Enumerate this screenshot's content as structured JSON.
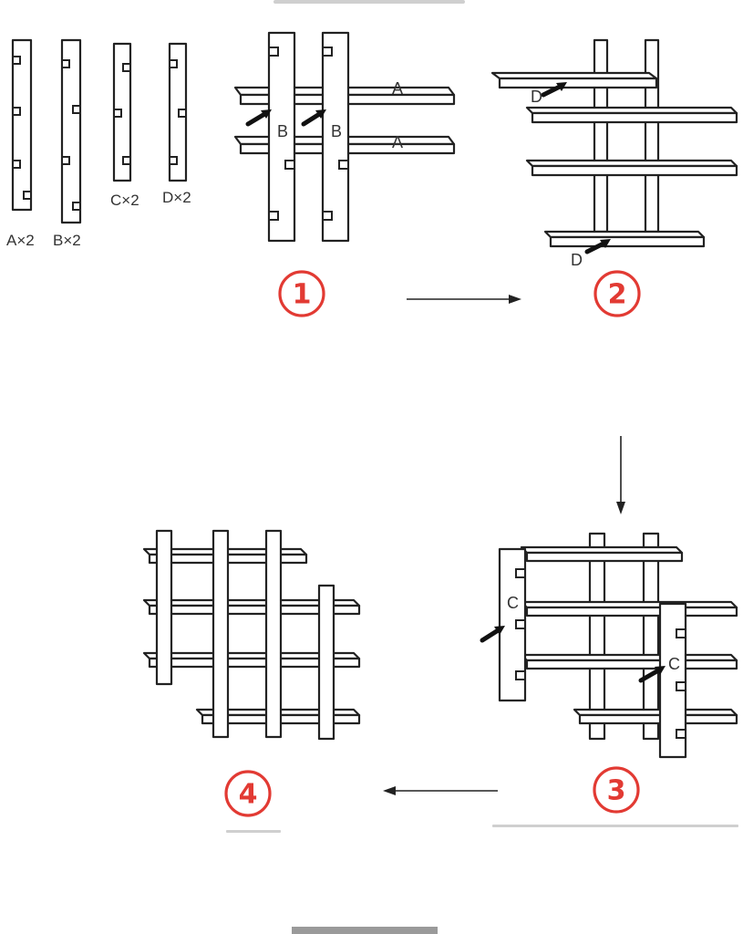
{
  "parts": [
    {
      "id": "A",
      "label": "A×2"
    },
    {
      "id": "B",
      "label": "B×2"
    },
    {
      "id": "C",
      "label": "C×2"
    },
    {
      "id": "D",
      "label": "D×2"
    }
  ],
  "steps": [
    {
      "number": "1",
      "glyph": "①"
    },
    {
      "number": "2",
      "glyph": "②"
    },
    {
      "number": "3",
      "glyph": "③"
    },
    {
      "number": "4",
      "glyph": "④"
    }
  ],
  "callouts": {
    "step1": [
      "B",
      "B",
      "A",
      "A"
    ],
    "step2": [
      "D",
      "D"
    ],
    "step3": [
      "C",
      "C"
    ]
  },
  "colors": {
    "step_accent": "#e23a33",
    "line": "#222222"
  }
}
